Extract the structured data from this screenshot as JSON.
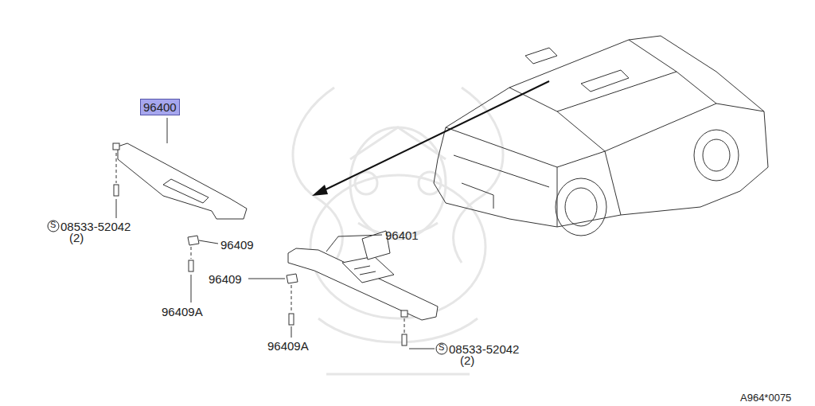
{
  "diagram": {
    "nodes": [
      {
        "text": [
          "96400"
        ]
      }
    ],
    "edges": [],
    "labels": [
      "S",
      "08533-52042",
      "(2)",
      "96409",
      "96409A",
      "96401",
      "96409",
      "96409A",
      "S",
      "08533-52042",
      "(2)",
      "A964*0075"
    ]
  }
}
